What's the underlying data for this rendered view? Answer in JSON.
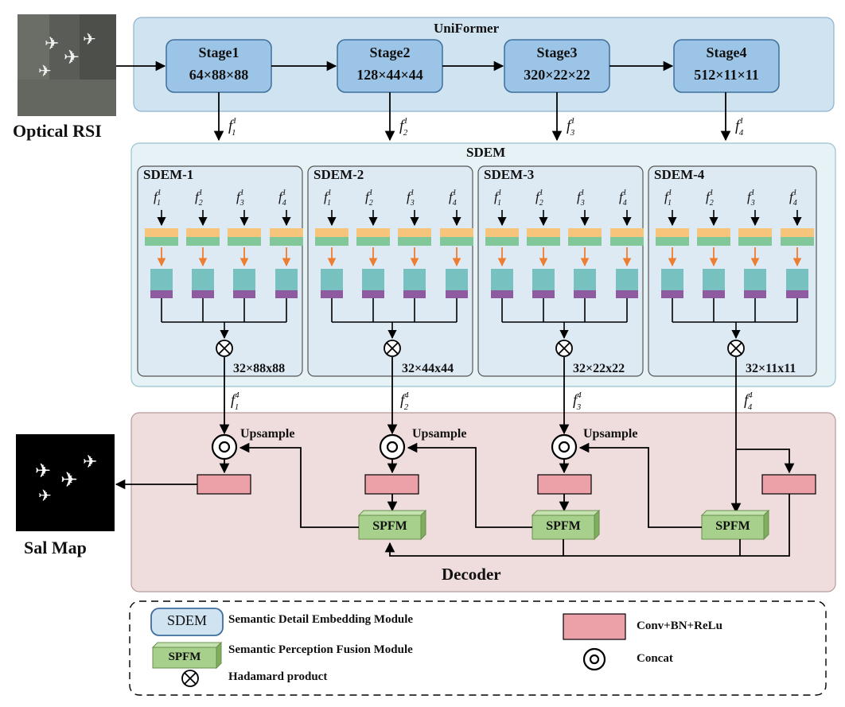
{
  "input": {
    "label": "Optical RSI"
  },
  "output": {
    "label": "Sal Map"
  },
  "encoder": {
    "title": "UniFormer",
    "stages": [
      {
        "name": "Stage1",
        "dims": "64×88×88",
        "feature": "f",
        "sub": "1",
        "sup": "1"
      },
      {
        "name": "Stage2",
        "dims": "128×44×44",
        "feature": "f",
        "sub": "2",
        "sup": "1"
      },
      {
        "name": "Stage3",
        "dims": "320×22×22",
        "feature": "f",
        "sub": "3",
        "sup": "1"
      },
      {
        "name": "Stage4",
        "dims": "512×11×11",
        "feature": "f",
        "sub": "4",
        "sup": "1"
      }
    ]
  },
  "sdem": {
    "title": "SDEM",
    "modules": [
      {
        "name": "SDEM-1",
        "dims": "32×88x88",
        "out_sub": "1",
        "out_sup": "4"
      },
      {
        "name": "SDEM-2",
        "dims": "32×44x44",
        "out_sub": "2",
        "out_sup": "4"
      },
      {
        "name": "SDEM-3",
        "dims": "32×22x22",
        "out_sub": "3",
        "out_sup": "4"
      },
      {
        "name": "SDEM-4",
        "dims": "32×11x11",
        "out_sub": "4",
        "out_sup": "4"
      }
    ],
    "inputs": [
      "1",
      "2",
      "3",
      "4"
    ]
  },
  "decoder": {
    "title": "Decoder",
    "upsample_label": "Upsample",
    "spfm_label": "SPFM"
  },
  "legend": {
    "sdem_symbol": "SDEM",
    "sdem_text": "Semantic Detail Embedding Module",
    "spfm_symbol": "SPFM",
    "spfm_text": "Semantic Perception Fusion Module",
    "hadamard_text": "Hadamard product",
    "conv_text": "Conv+BN+ReLu",
    "concat_text": "Concat"
  },
  "colors": {
    "encoder_bg": "#cfe3f1",
    "stage_fill": "#9cc4e6",
    "sdem_bg": "#e6f2f6",
    "module_bg": "#dde9f3",
    "decoder_bg": "#efdcdc",
    "conv_fill": "#eba1a7",
    "spfm_fill": "#a7d08c",
    "orange": "#f6c57b",
    "green": "#82c79a",
    "teal": "#77c2c1",
    "purple": "#8e5aa0",
    "arrow_orange": "#ef7d2f"
  }
}
